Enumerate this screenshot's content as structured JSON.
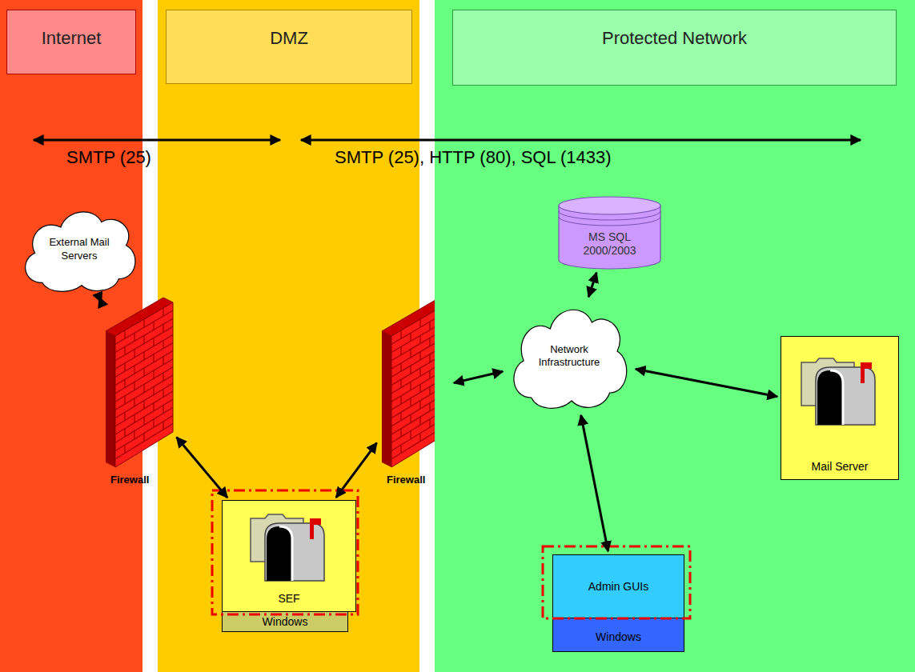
{
  "diagram": {
    "nodes": [
      {
        "text": [
          "Internet"
        ]
      },
      {
        "text": [
          "External Mail Servers"
        ],
        "in": 0
      },
      {
        "text": [
          "DMZ"
        ]
      },
      {
        "text": [
          "Firewall"
        ]
      },
      {
        "text": [
          "SEF",
          "Windows"
        ],
        "in": 2
      },
      {
        "text": [
          "Firewall"
        ]
      },
      {
        "text": [
          "Protected Network"
        ]
      },
      {
        "text": [
          "MS SQL 2000/2003"
        ],
        "in": 6
      },
      {
        "text": [
          "Network Infrastructure"
        ],
        "in": 6
      },
      {
        "text": [
          "Mail Server"
        ],
        "in": 6
      },
      {
        "text": [
          "Admin GUIs",
          "Windows"
        ],
        "in": 6
      }
    ],
    "edges": [
      {
        "from": 1,
        "to": 3,
        "arrow": "both"
      },
      {
        "from": 3,
        "to": 4,
        "arrow": "both"
      },
      {
        "from": 4,
        "to": 5,
        "arrow": "both"
      },
      {
        "from": 5,
        "to": 8,
        "arrow": "both"
      },
      {
        "from": 7,
        "to": 8,
        "arrow": "both"
      },
      {
        "from": 8,
        "to": 9,
        "arrow": "both"
      },
      {
        "from": 8,
        "to": 10,
        "arrow": "both"
      }
    ],
    "labels": [
      "SMTP (25)",
      "SMTP (25), HTTP (80), SQL (1433)"
    ]
  }
}
